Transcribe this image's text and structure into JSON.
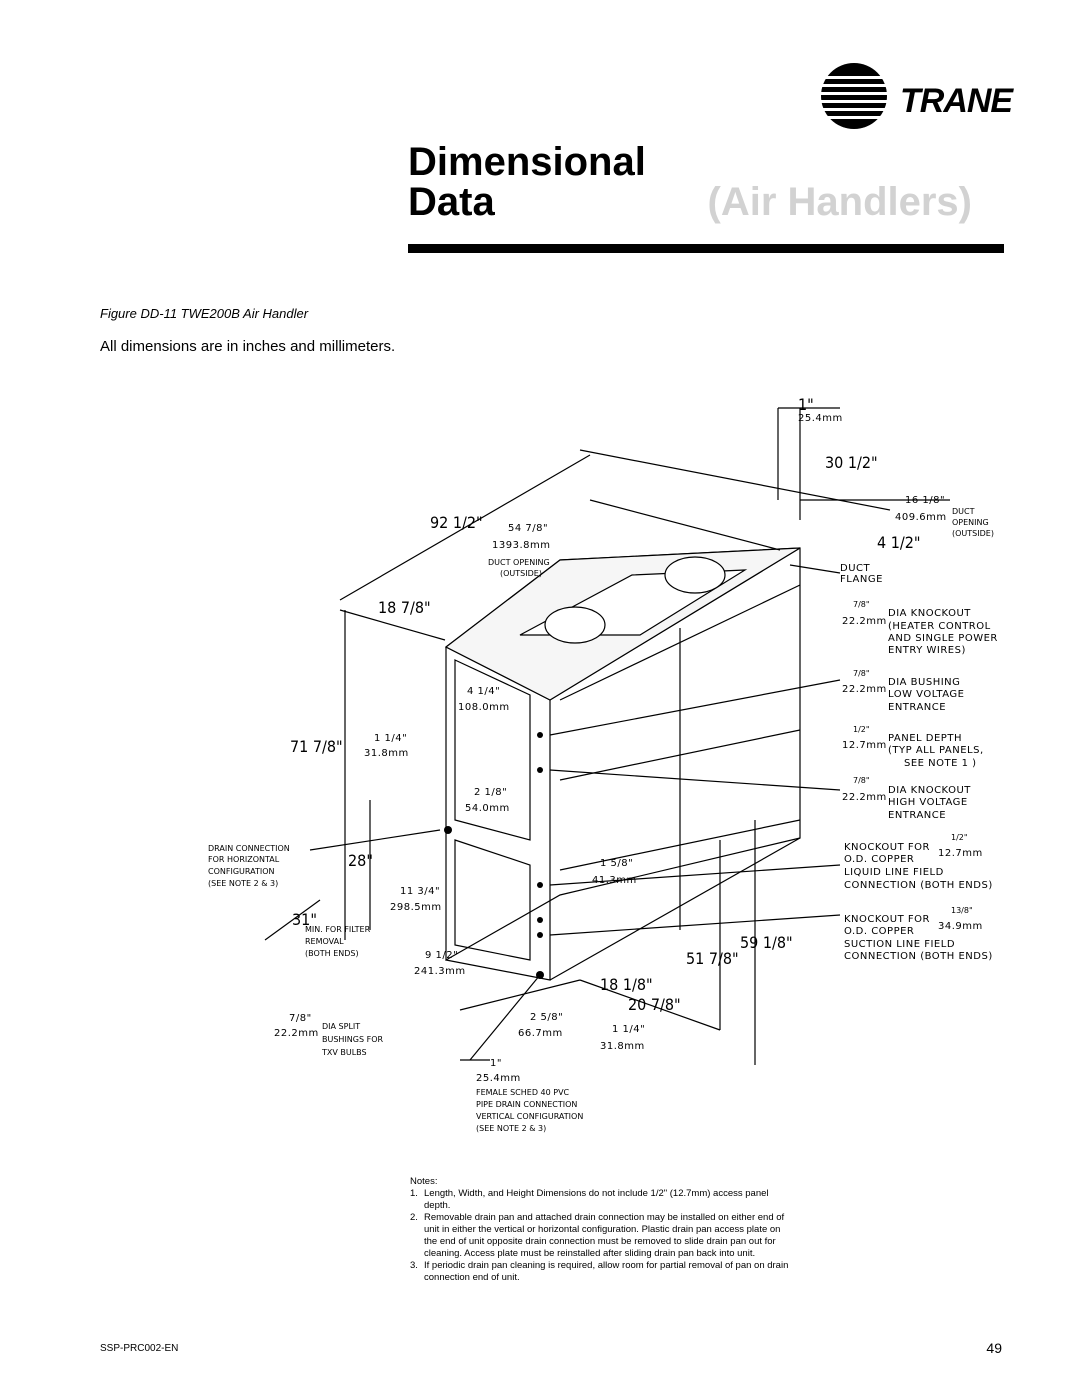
{
  "header": {
    "brand": "TRANE",
    "title_line1": "Dimensional",
    "title_line2": "Data",
    "section": "(Air Handlers)"
  },
  "figure": {
    "caption": "Figure DD-11  TWE200B Air Handler",
    "intro": "All dimensions are in inches and millimeters."
  },
  "dims": {
    "top_in": "1\"",
    "top_mm": "25.4mm",
    "d30": "30 1/2\"",
    "d16_in": "16 1/8\"",
    "d16_mm": "409.6mm",
    "d4": "4 1/2\"",
    "d92": "92 1/2\"",
    "d54_in": "54 7/8\"",
    "d54_mm": "1393.8mm",
    "d18a": "18 7/8\"",
    "d4q_in": "4 1/4\"",
    "d4q_mm": "108.0mm",
    "d71": "71 7/8\"",
    "d1q_in": "1 1/4\"",
    "d1q_mm": "31.8mm",
    "d2e_in": "2 1/8\"",
    "d2e_mm": "54.0mm",
    "d28": "28\"",
    "d11_in": "11 3/4\"",
    "d11_mm": "298.5mm",
    "d1c_in": "1 5/8\"",
    "d1c_mm": "41.3mm",
    "d31": "31\"",
    "d9_in": "9 1/2\"",
    "d9_mm": "241.3mm",
    "d51": "51 7/8\"",
    "d59": "59 1/8\"",
    "d18b": "18 1/8\"",
    "d20": "20 7/8\"",
    "d78a_in": "7/8\"",
    "d78a_mm": "22.2mm",
    "d25_in": "2 5/8\"",
    "d25_mm": "66.7mm",
    "d1q2_in": "1 1/4\"",
    "d1q2_mm": "31.8mm",
    "bot_in": "1\"",
    "bot_mm": "25.4mm",
    "k1_in": "7/8\"",
    "k1_mm": "22.2mm",
    "k2_in": "7/8\"",
    "k2_mm": "22.2mm",
    "k3_in": "1/2\"",
    "k3_mm": "12.7mm",
    "k4_in": "7/8\"",
    "k4_mm": "22.2mm",
    "k5_in": "1/2\"",
    "k5_mm": "12.7mm",
    "k6_in": "13/8\"",
    "k6_mm": "34.9mm"
  },
  "labels": {
    "duct_opening_right": [
      "DUCT",
      "OPENING",
      "(OUTSIDE)"
    ],
    "duct_opening_top": [
      "DUCT OPENING",
      "(OUTSIDE)"
    ],
    "duct_flange": [
      "DUCT",
      "FLANGE"
    ],
    "heater_knockout": [
      "DIA KNOCKOUT",
      "(HEATER CONTROL",
      "AND SINGLE POWER",
      "ENTRY WIRES)"
    ],
    "low_voltage": [
      "DIA BUSHING",
      "LOW VOLTAGE",
      "ENTRANCE"
    ],
    "panel_depth": [
      "PANEL DEPTH",
      "(TYP ALL PANELS,",
      "SEE NOTE 1 )"
    ],
    "high_voltage": [
      "DIA KNOCKOUT",
      "HIGH VOLTAGE",
      "ENTRANCE"
    ],
    "liquid_line": [
      "KNOCKOUT FOR",
      "O.D. COPPER",
      "LIQUID LINE FIELD",
      "CONNECTION (BOTH ENDS)"
    ],
    "suction_line": [
      "KNOCKOUT FOR",
      "O.D. COPPER",
      "SUCTION LINE FIELD",
      "CONNECTION (BOTH ENDS)"
    ],
    "drain_horizontal": [
      "DRAIN CONNECTION",
      "FOR HORIZONTAL",
      "CONFIGURATION",
      "(SEE NOTE 2 & 3)"
    ],
    "filter_removal": [
      "MIN. FOR FILTER",
      "REMOVAL",
      "(BOTH ENDS)"
    ],
    "dia_split": [
      "DIA SPLIT",
      "BUSHINGS FOR",
      "TXV BULBS"
    ],
    "pvc_drain": [
      "FEMALE SCHED 40 PVC",
      "PIPE DRAIN CONNECTION",
      "VERTICAL CONFIGURATION",
      "(SEE NOTE 2 & 3)"
    ]
  },
  "notes": {
    "heading": "Notes:",
    "items": [
      {
        "num": "1.",
        "text": "Length, Width, and Height Dimensions do not include 1/2\" (12.7mm) access panel depth."
      },
      {
        "num": "2.",
        "text": "Removable drain pan and attached drain connection may be installed on either end of unit in either the vertical or horizontal configuration.  Plastic drain pan access plate on the end of unit opposite drain connection must be removed to slide drain pan out for cleaning. Access plate must be reinstalled after sliding drain pan back into unit."
      },
      {
        "num": "3.",
        "text": "If periodic drain pan cleaning is required, allow room for partial removal of pan on drain connection end of unit."
      }
    ]
  },
  "footer": {
    "doc_code": "SSP-PRC002-EN",
    "page_number": "49"
  }
}
